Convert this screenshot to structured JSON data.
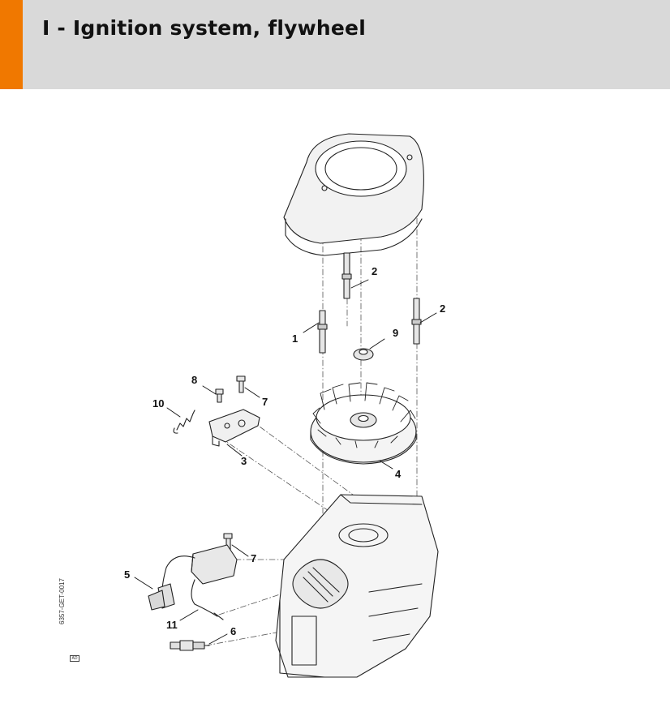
{
  "header": {
    "title": "I - Ignition system, flywheel",
    "accent_color": "#f07800",
    "background_color": "#d9d9d9"
  },
  "diagram": {
    "document_code": "6357-GET-0017",
    "box_code": "AD",
    "callouts": [
      {
        "label": "1",
        "part": "stud"
      },
      {
        "label": "2",
        "part": "stud"
      },
      {
        "label": "2",
        "part": "stud"
      },
      {
        "label": "9",
        "part": "nut"
      },
      {
        "label": "8",
        "part": "screw"
      },
      {
        "label": "7",
        "part": "screw"
      },
      {
        "label": "10",
        "part": "spring"
      },
      {
        "label": "3",
        "part": "bracket"
      },
      {
        "label": "4",
        "part": "flywheel"
      },
      {
        "label": "7",
        "part": "screw"
      },
      {
        "label": "5",
        "part": "ignition-coil"
      },
      {
        "label": "11",
        "part": "ground-wire"
      },
      {
        "label": "6",
        "part": "spark-plug"
      }
    ]
  }
}
